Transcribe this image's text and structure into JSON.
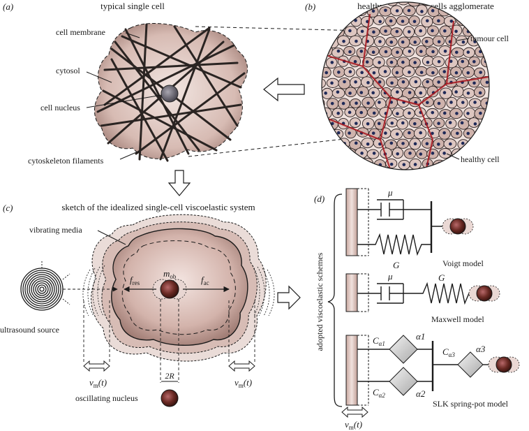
{
  "panel_a": {
    "letter": "(a)",
    "title": "typical single cell",
    "labels": {
      "membrane": "cell membrane",
      "cytosol": "cytosol",
      "nucleus": "cell nucleus",
      "filaments": "cytoskeleton filaments"
    }
  },
  "panel_b": {
    "letter": "(b)",
    "title": "healthy and tumour cells agglomerate",
    "labels": {
      "tumour": "tumour cell",
      "healthy": "healthy cell"
    }
  },
  "panel_c": {
    "letter": "(c)",
    "title": "sketch of the idealized single-cell viscoelastic system",
    "labels": {
      "media": "vibrating media",
      "source": "ultrasound source",
      "nucleus": "oscillating nucleus"
    },
    "symbols": {
      "m_ob": "m",
      "m_ob_sub": "ob",
      "f_res": "f",
      "f_res_sub": "res",
      "f_ac": "f",
      "f_ac_sub": "ac",
      "two_r": "2R",
      "v_m": "v",
      "v_m_sub": "m",
      "v_m_arg": "(t)"
    }
  },
  "panel_d": {
    "letter": "(d)",
    "side_label": "adopted viscoelastic schemes",
    "models": {
      "voigt": "Voigt model",
      "maxwell": "Maxwell model",
      "slk": "SLK spring-pot model"
    },
    "symbols": {
      "mu": "μ",
      "G": "G",
      "C": "C",
      "alpha": "α",
      "a1": "α1",
      "a2": "α2",
      "a3": "α3",
      "sub1": "α1",
      "sub2": "α2",
      "sub3": "α3"
    }
  },
  "colors": {
    "cell_fill": "#d9bdb5",
    "cell_dark": "#a8877f",
    "nucleus": "#5a2a22",
    "tumour_red": "#a8141c",
    "stroke": "#1a1a1a",
    "diamond": "#c8c8c8"
  }
}
